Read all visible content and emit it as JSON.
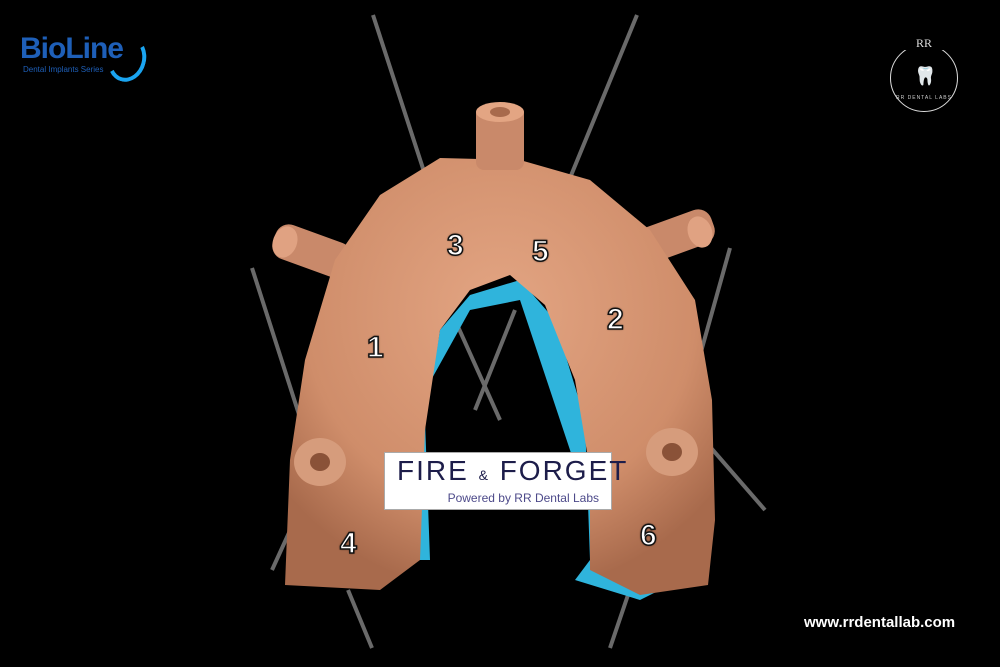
{
  "brand_left": {
    "name": "BioLine",
    "tagline": "Dental Implants Series"
  },
  "brand_right": {
    "initials": "RR",
    "name": "RR DENTAL LABS"
  },
  "banner": {
    "title_a": "FIRE",
    "amp": "&",
    "title_b": "FORGET",
    "subtitle": "Powered by RR Dental Labs"
  },
  "website": "www.rrdentallab.com",
  "pin_labels": [
    "1",
    "2",
    "3",
    "4",
    "5",
    "6"
  ],
  "colors": {
    "guide": "#d99a78",
    "underside": "#2fb4dc",
    "pin": "#666666",
    "background": "#000000"
  }
}
